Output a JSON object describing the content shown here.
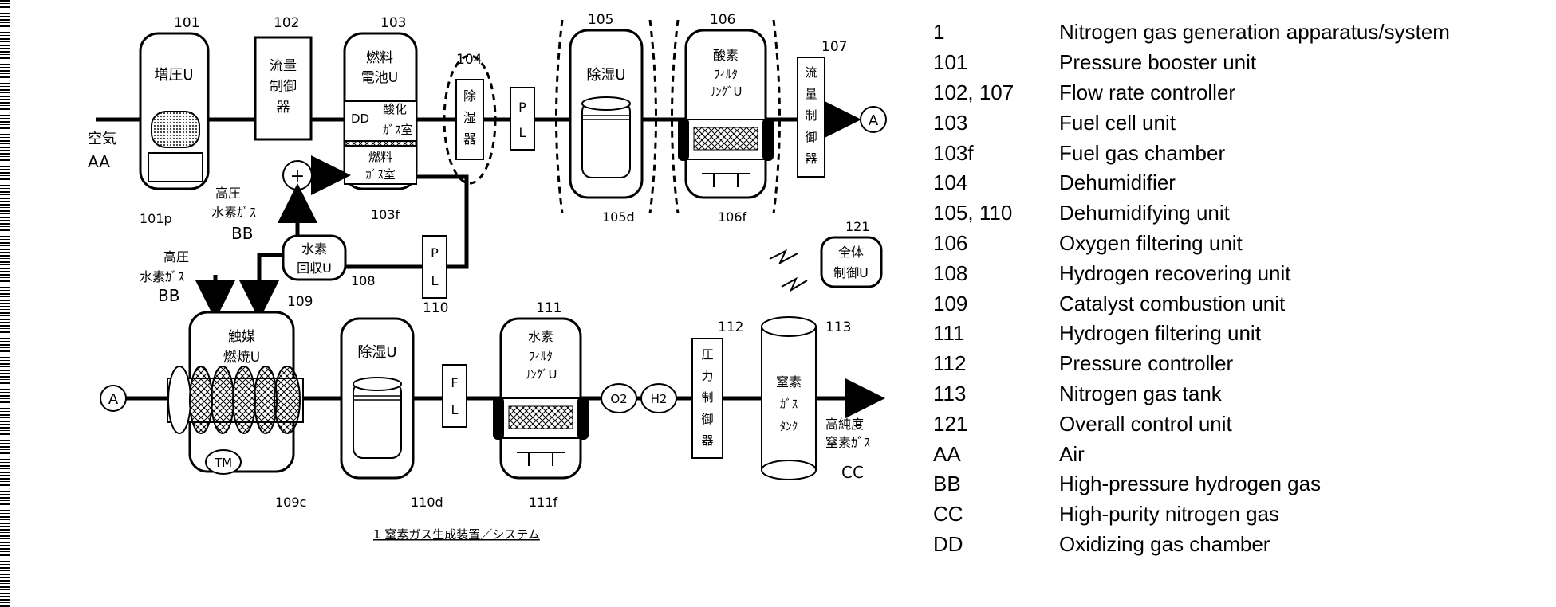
{
  "diagram": {
    "caption": "1 窒素ガス生成装置／システム",
    "units": {
      "u101": {
        "ref": "101",
        "line1": "増圧U",
        "sub_ref": "101p"
      },
      "u102": {
        "ref": "102",
        "line1": "流量",
        "line2": "制御",
        "line3": "器"
      },
      "u103": {
        "ref": "103",
        "line1": "燃料",
        "line2": "電池U",
        "dd": "DD",
        "ox1": "酸化",
        "ox2": "ｶﾞｽ室",
        "fuel1": "燃料",
        "fuel2": "ｶﾞｽ室",
        "sub_ref": "103f"
      },
      "u104": {
        "ref": "104",
        "line1": "除",
        "line2": "湿",
        "line3": "器"
      },
      "pl1": {
        "line1": "P",
        "line2": "L"
      },
      "u105": {
        "ref": "105",
        "line1": "除湿U",
        "sub_ref": "105d"
      },
      "u106": {
        "ref": "106",
        "line1": "酸素",
        "line2": "ﾌｨﾙﾀ",
        "line3": "ﾘﾝｸﾞU",
        "sub_ref": "106f"
      },
      "u107": {
        "ref": "107",
        "chars": [
          "流",
          "量",
          "制",
          "御",
          "器"
        ]
      },
      "connector_a": "A",
      "air": {
        "jp": "空気",
        "code": "AA"
      },
      "h2_top": {
        "line1": "高圧",
        "line2": "水素ｶﾞｽ",
        "code": "BB"
      },
      "h2_left": {
        "line1": "高圧",
        "line2": "水素ｶﾞｽ",
        "code": "BB"
      },
      "plus": "+",
      "u108": {
        "ref": "108",
        "line1": "水素",
        "line2": "回収U"
      },
      "pl2": {
        "line1": "P",
        "line2": "L"
      },
      "u121": {
        "ref": "121",
        "line1": "全体",
        "line2": "制御U"
      },
      "u109": {
        "ref": "109",
        "line1": "触媒",
        "line2": "燃焼U",
        "tm": "TM",
        "sub_ref": "109c"
      },
      "u110": {
        "ref": "110",
        "line1": "除湿U",
        "sub_ref": "110d"
      },
      "fl": {
        "line1": "F",
        "line2": "L"
      },
      "u111": {
        "ref": "111",
        "line1": "水素",
        "line2": "ﾌｨﾙﾀ",
        "line3": "ﾘﾝｸﾞU",
        "sub_ref": "111f"
      },
      "o2": "O2",
      "h2": "H2",
      "u112": {
        "ref": "112",
        "chars": [
          "圧",
          "力",
          "制",
          "御",
          "器"
        ]
      },
      "u113": {
        "ref": "113",
        "line1": "窒素",
        "line2": "ｶﾞｽ",
        "line3": "ﾀﾝｸ"
      },
      "out": {
        "line1": "高純度",
        "line2": "窒素ｶﾞｽ",
        "code": "CC"
      }
    }
  },
  "legend": [
    {
      "code": "1",
      "desc": "Nitrogen gas generation apparatus/system"
    },
    {
      "code": "101",
      "desc": "Pressure booster unit"
    },
    {
      "code": "102, 107",
      "desc": "Flow rate controller"
    },
    {
      "code": "103",
      "desc": "Fuel cell unit"
    },
    {
      "code": "103f",
      "desc": "Fuel gas chamber"
    },
    {
      "code": "104",
      "desc": "Dehumidifier"
    },
    {
      "code": "105, 110",
      "desc": "Dehumidifying unit"
    },
    {
      "code": "106",
      "desc": "Oxygen filtering unit"
    },
    {
      "code": "108",
      "desc": "Hydrogen recovering unit"
    },
    {
      "code": "109",
      "desc": "Catalyst combustion unit"
    },
    {
      "code": "111",
      "desc": "Hydrogen filtering unit"
    },
    {
      "code": "112",
      "desc": "Pressure controller"
    },
    {
      "code": "113",
      "desc": "Nitrogen gas tank"
    },
    {
      "code": "121",
      "desc": "Overall control unit"
    },
    {
      "code": "AA",
      "desc": "Air"
    },
    {
      "code": "BB",
      "desc": "High-pressure hydrogen gas"
    },
    {
      "code": "CC",
      "desc": "High-purity nitrogen gas"
    },
    {
      "code": "DD",
      "desc": "Oxidizing gas chamber"
    }
  ]
}
